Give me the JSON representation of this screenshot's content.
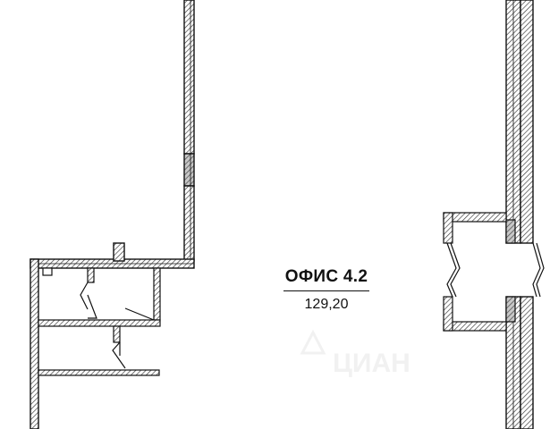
{
  "room": {
    "name": "ОФИС 4.2",
    "area": "129,20"
  },
  "watermark": {
    "text": "ЦИАН",
    "color": "#e6e6e6"
  },
  "colors": {
    "wall_outline": "#111111",
    "hatch_light": "#333333",
    "hatch_dark": "#555555",
    "dark_fill": "#9a9a9a"
  }
}
